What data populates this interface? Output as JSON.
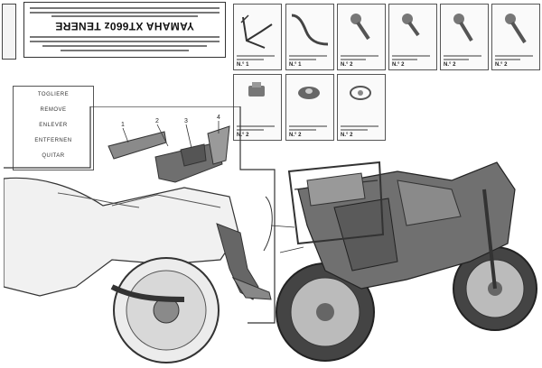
{
  "title": "YAMAHA XT660z TENERE",
  "languages": [
    "TOGLIERE",
    "REMOVE",
    "ENLEVER",
    "ENTFERNEN",
    "QUITAR"
  ],
  "parts": [
    {
      "qty": "N.° 1"
    },
    {
      "qty": "N.° 1"
    },
    {
      "qty": "N.° 2"
    },
    {
      "qty": "N.° 2"
    },
    {
      "qty": "N.° 2"
    },
    {
      "qty": "N.° 2"
    },
    {
      "qty": "N.° 2"
    },
    {
      "qty": "N.° 2"
    },
    {
      "qty": "N.° 2"
    }
  ],
  "callouts": [
    "1",
    "2",
    "3",
    "4"
  ],
  "colors": {
    "line": "#333333",
    "shade": "#8a8a8a",
    "dark": "#555555"
  }
}
